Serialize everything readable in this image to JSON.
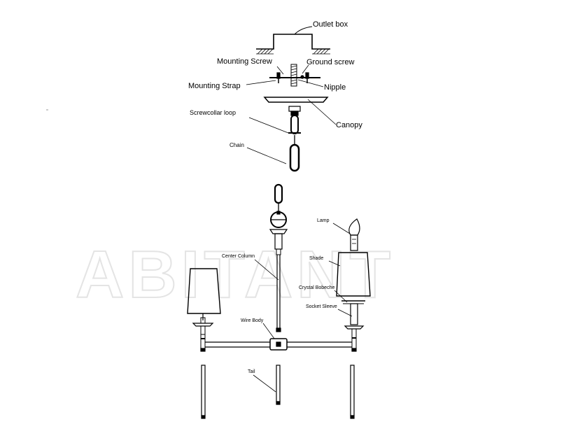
{
  "watermark": "ABITANT",
  "labels": {
    "outlet_box": "Outlet box",
    "mounting_screw": "Mounting Screw",
    "ground_screw": "Ground screw",
    "mounting_strap": "Mounting Strap",
    "nipple": "Nipple",
    "canopy": "Canopy",
    "screwcollar_loop": "Screwcollar loop",
    "chain": "Chain",
    "lamp": "Lamp",
    "shade": "Shade",
    "center_column": "Center Column",
    "crystal_bobeche": "Crystal Bobeche",
    "socket_sleeve": "Socket Sleeve",
    "wire_body": "Wire Body",
    "tail": "Tail"
  }
}
